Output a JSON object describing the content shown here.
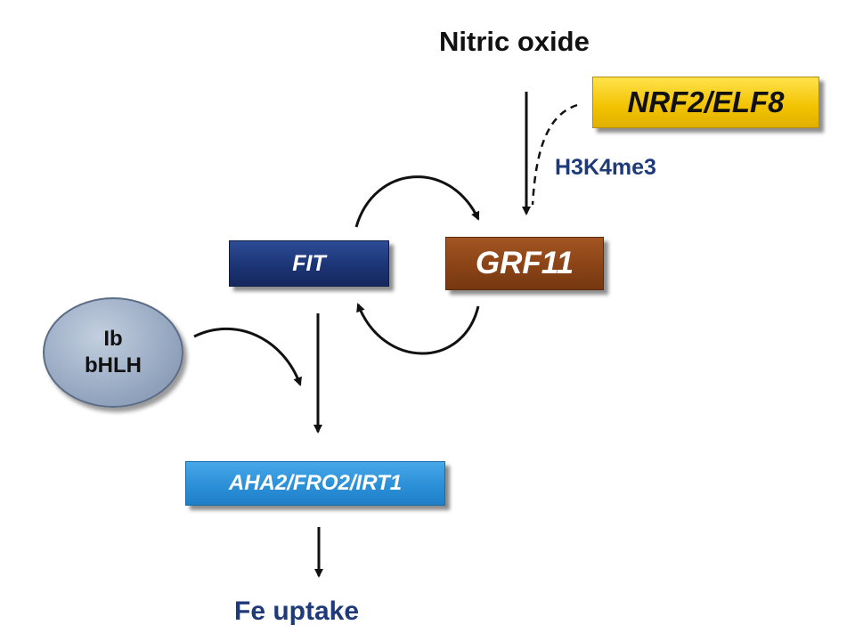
{
  "diagram": {
    "nodes": {
      "nitric_oxide": "Nitric oxide",
      "nrf2_elf8": "NRF2/ELF8",
      "h3k4me3": "H3K4me3",
      "fit": "FIT",
      "grf11": "GRF11",
      "ib_bhlh_line1": "Ib",
      "ib_bhlh_line2": "bHLH",
      "aha2_fro2_irt1": "AHA2/FRO2/IRT1",
      "fe_uptake": "Fe uptake"
    },
    "colors": {
      "nrf2_box": "#f2c200",
      "fit_box": "#1b3475",
      "grf11_box": "#8a4316",
      "aha2_box": "#2c90d8",
      "bhlh_oval": "#9aabc4",
      "label_navy": "#1f3a78",
      "arrow": "#111111"
    }
  }
}
